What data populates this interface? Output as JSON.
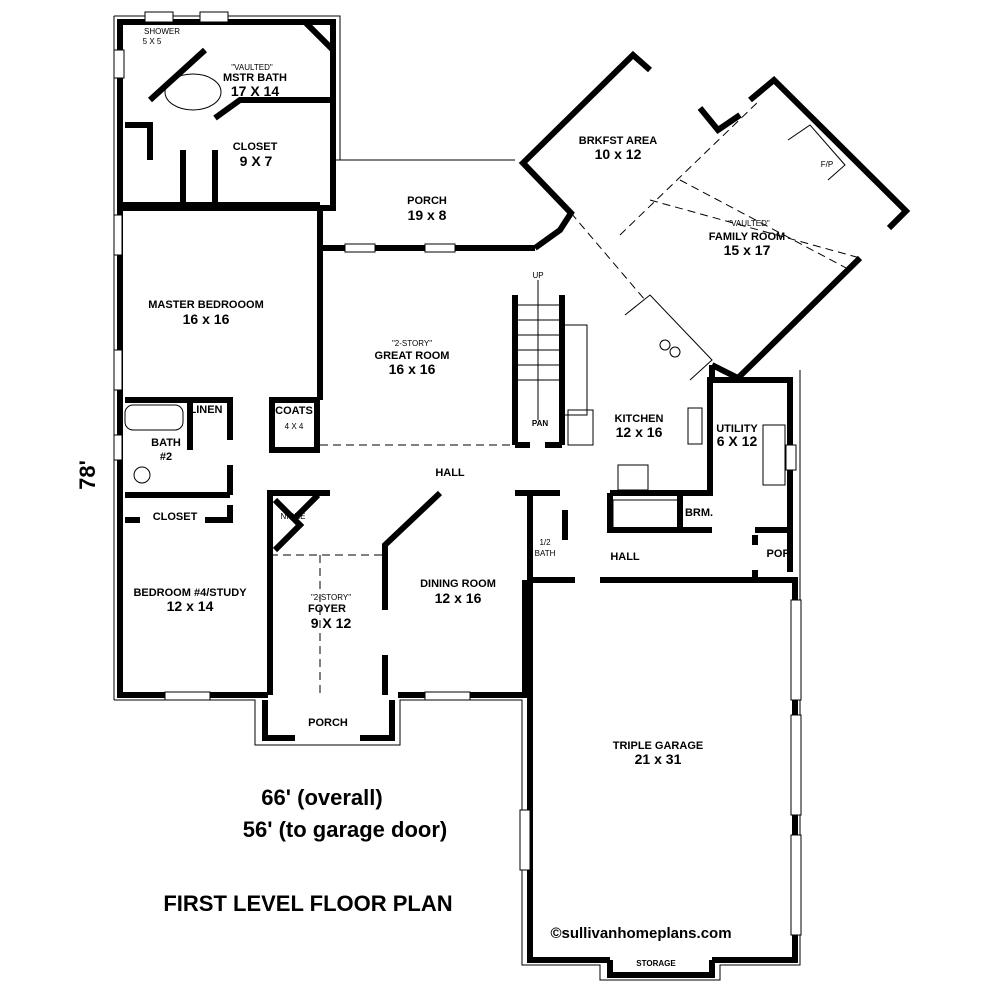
{
  "title": "FIRST LEVEL FLOOR PLAN",
  "dimensions": {
    "depth": "78'",
    "overall_width": "66' (overall)",
    "garage_width": "56' (to garage door)"
  },
  "copyright": "©sullivanhomeplans.com",
  "rooms": {
    "shower": {
      "name": "SHOWER",
      "size": "5 X 5"
    },
    "master_bath": {
      "note": "\"VAULTED\"",
      "name": "MSTR BATH",
      "size": "17 X 14"
    },
    "closet_master": {
      "name": "CLOSET",
      "size": "9 X 7"
    },
    "porch_rear": {
      "name": "PORCH",
      "size": "19 x 8"
    },
    "brkfst": {
      "name": "BRKFST AREA",
      "size": "10 x 12"
    },
    "family": {
      "note": "\"VAULTED\"",
      "name": "FAMILY ROOM",
      "size": "15 x 17"
    },
    "fireplace": {
      "name": "F/P"
    },
    "master_bedroom": {
      "name": "MASTER BEDROOOM",
      "size": "16 x 16"
    },
    "great_room": {
      "note": "\"2-STORY\"",
      "name": "GREAT ROOM",
      "size": "16 x 16"
    },
    "stairs": {
      "name": "UP"
    },
    "pantry": {
      "name": "PAN"
    },
    "kitchen": {
      "name": "KITCHEN",
      "size": "12 x 16"
    },
    "utility": {
      "name": "UTILITY",
      "size": "6 X 12"
    },
    "linen": {
      "name": "LINEN"
    },
    "coats": {
      "name": "COATS",
      "size": "4 X 4"
    },
    "bath2": {
      "name": "BATH",
      "size": "#2"
    },
    "hall_main": {
      "name": "HALL"
    },
    "closet_bed4": {
      "name": "CLOSET"
    },
    "niche": {
      "name": "NICHE"
    },
    "half_bath": {
      "name": "1/2",
      "size": "BATH"
    },
    "broom": {
      "name": "BRM."
    },
    "hall_garage": {
      "name": "HALL"
    },
    "porch_side": {
      "name": "POR."
    },
    "bedroom4": {
      "name": "BEDROOM #4/STUDY",
      "size": "12 x 14"
    },
    "foyer": {
      "note": "\"2-STORY\"",
      "name": "FOYER",
      "size": "9 X 12"
    },
    "dining": {
      "name": "DINING ROOM",
      "size": "12 x 16"
    },
    "porch_front": {
      "name": "PORCH"
    },
    "garage": {
      "name": "TRIPLE GARAGE",
      "size": "21 x 31"
    },
    "storage": {
      "name": "STORAGE"
    }
  }
}
